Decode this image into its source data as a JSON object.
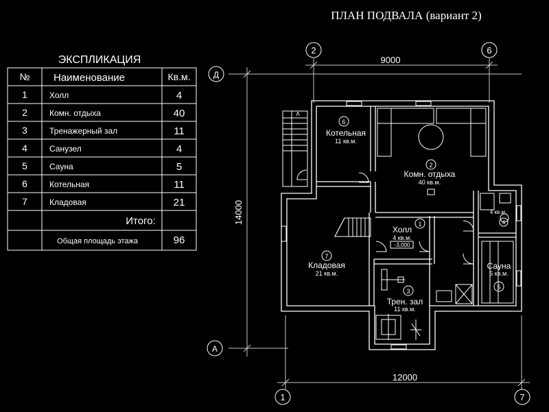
{
  "title": "ПЛАН ПОДВАЛА (вариант 2)",
  "explication": {
    "heading": "ЭКСПЛИКАЦИЯ",
    "col_num": "№",
    "col_name": "Наименование",
    "col_area": "Кв.м.",
    "rows": [
      {
        "num": "1",
        "name": "Холл",
        "area": "4"
      },
      {
        "num": "2",
        "name": "Комн. отдыха",
        "area": "40"
      },
      {
        "num": "3",
        "name": "Тренажерный зал",
        "area": "11"
      },
      {
        "num": "4",
        "name": "Санузел",
        "area": "4"
      },
      {
        "num": "5",
        "name": "Сауна",
        "area": "5"
      },
      {
        "num": "6",
        "name": "Котельная",
        "area": "11"
      },
      {
        "num": "7",
        "name": "Кладовая",
        "area": "21"
      }
    ],
    "total_label": "Итого:",
    "floor_area_label": "Общая площадь этажа",
    "floor_area_value": "96"
  },
  "axes": {
    "top_left": "2",
    "top_right": "6",
    "bottom_left": "1",
    "bottom_right": "7",
    "side_top": "Д",
    "side_bottom": "А"
  },
  "dimensions": {
    "top": "9000",
    "bottom": "12000",
    "left": "14000"
  },
  "rooms": {
    "boiler": {
      "num": "6",
      "name": "Котельная",
      "area": "11 кв.м."
    },
    "lounge": {
      "num": "2",
      "name": "Комн. отдыха",
      "area": "40 кв.м."
    },
    "hall": {
      "num": "1",
      "name": "Холл",
      "area": "4 кв.м.",
      "level": "-3,000"
    },
    "storage": {
      "num": "7",
      "name": "Кладовая",
      "area": "21 кв.м."
    },
    "gym": {
      "num": "3",
      "name": "Трен. зал",
      "area": "11 кв.м."
    },
    "sauna": {
      "num": "5",
      "name": "Сауна",
      "area": "5 кв.м."
    },
    "wc": {
      "num": "4",
      "area": "4 кв.м."
    }
  },
  "stair_mark": "А",
  "colors": {
    "background": "#000000",
    "lines": "#ffffff",
    "dim_lines": "#c8c8c8"
  }
}
